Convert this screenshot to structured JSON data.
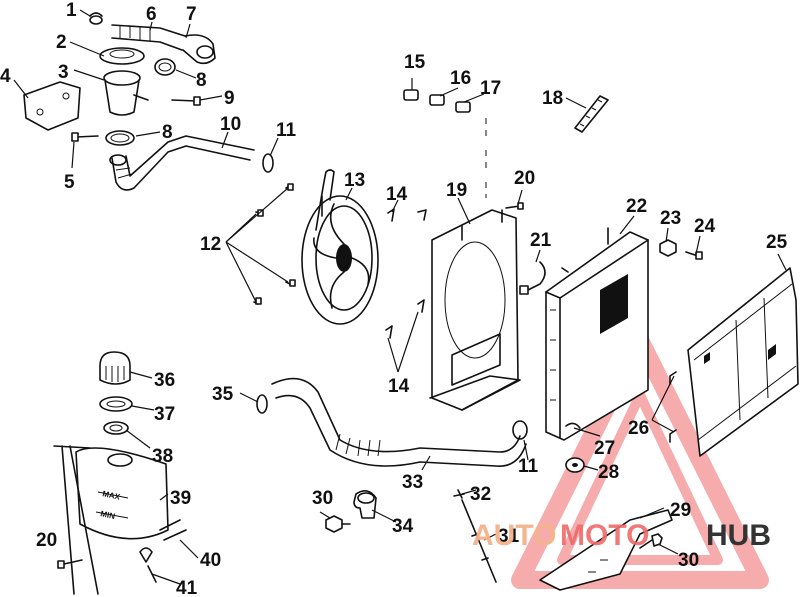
{
  "callouts": [
    {
      "id": "1"
    },
    {
      "id": "2"
    },
    {
      "id": "3"
    },
    {
      "id": "4"
    },
    {
      "id": "5"
    },
    {
      "id": "6"
    },
    {
      "id": "7"
    },
    {
      "id": "8"
    },
    {
      "id": "8b",
      "text": "8"
    },
    {
      "id": "9"
    },
    {
      "id": "10"
    },
    {
      "id": "11"
    },
    {
      "id": "11b",
      "text": "11"
    },
    {
      "id": "12"
    },
    {
      "id": "13"
    },
    {
      "id": "14"
    },
    {
      "id": "14b",
      "text": "14"
    },
    {
      "id": "15"
    },
    {
      "id": "16"
    },
    {
      "id": "17"
    },
    {
      "id": "18"
    },
    {
      "id": "19"
    },
    {
      "id": "20"
    },
    {
      "id": "20b",
      "text": "20"
    },
    {
      "id": "21"
    },
    {
      "id": "22"
    },
    {
      "id": "23"
    },
    {
      "id": "24"
    },
    {
      "id": "25"
    },
    {
      "id": "26"
    },
    {
      "id": "27"
    },
    {
      "id": "28"
    },
    {
      "id": "29"
    },
    {
      "id": "30"
    },
    {
      "id": "30b",
      "text": "30"
    },
    {
      "id": "31"
    },
    {
      "id": "32"
    },
    {
      "id": "33"
    },
    {
      "id": "34"
    },
    {
      "id": "35"
    },
    {
      "id": "36"
    },
    {
      "id": "37"
    },
    {
      "id": "38"
    },
    {
      "id": "39"
    },
    {
      "id": "40"
    },
    {
      "id": "41"
    }
  ],
  "labels": {
    "l1": "1",
    "l2": "2",
    "l3": "3",
    "l4": "4",
    "l5": "5",
    "l6": "6",
    "l7": "7",
    "l8": "8",
    "l8b": "8",
    "l9": "9",
    "l10": "10",
    "l11": "11",
    "l11b": "11",
    "l12": "12",
    "l13": "13",
    "l14": "14",
    "l14b": "14",
    "l15": "15",
    "l16": "16",
    "l17": "17",
    "l18": "18",
    "l19": "19",
    "l20": "20",
    "l20b": "20",
    "l21": "21",
    "l22": "22",
    "l23": "23",
    "l24": "24",
    "l25": "25",
    "l26": "26",
    "l27": "27",
    "l28": "28",
    "l29": "29",
    "l30": "30",
    "l30b": "30",
    "l31": "31",
    "l32": "32",
    "l33": "33",
    "l34": "34",
    "l35": "35",
    "l36": "36",
    "l37": "37",
    "l38": "38",
    "l39": "39",
    "l40": "40",
    "l41": "41"
  },
  "tank_markings": {
    "max": "MAX",
    "min": "MIN"
  },
  "watermark": {
    "part1": "AUTO",
    "part2": "MOTO",
    "part3": "HUB",
    "triangle_color": "#f06a6a"
  }
}
